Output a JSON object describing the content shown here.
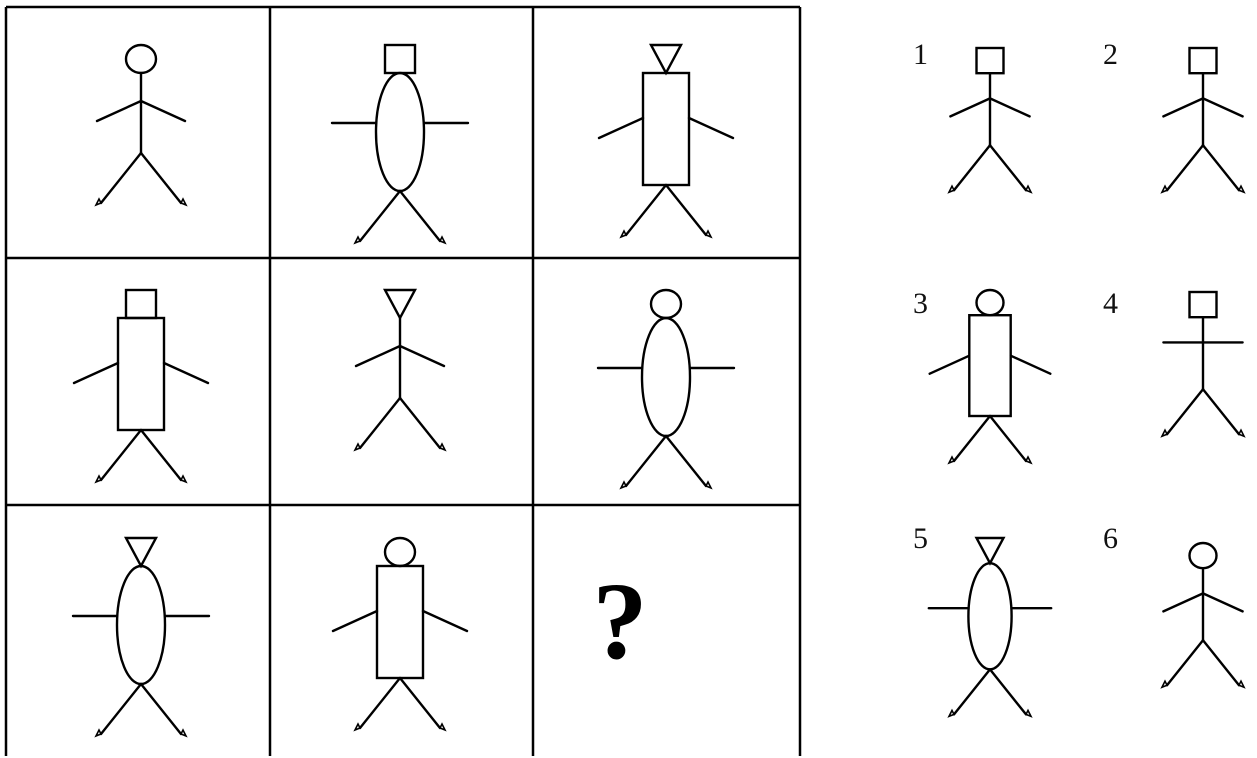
{
  "puzzle": {
    "missing_symbol": "?",
    "grid": [
      [
        {
          "head": "circle",
          "body": "stick",
          "arms": "angled"
        },
        {
          "head": "square",
          "body": "ellipse",
          "arms": "straight"
        },
        {
          "head": "triangle",
          "body": "rectangle",
          "arms": "angled"
        }
      ],
      [
        {
          "head": "square",
          "body": "rectangle",
          "arms": "angled"
        },
        {
          "head": "triangle",
          "body": "stick",
          "arms": "angled"
        },
        {
          "head": "circle",
          "body": "ellipse",
          "arms": "straight"
        }
      ],
      [
        {
          "head": "triangle",
          "body": "ellipse",
          "arms": "straight"
        },
        {
          "head": "circle",
          "body": "rectangle",
          "arms": "angled"
        },
        null
      ]
    ]
  },
  "options": [
    {
      "label": "1",
      "head": "square",
      "body": "stick",
      "arms": "angled"
    },
    {
      "label": "2",
      "head": "square",
      "body": "stick",
      "arms": "angled"
    },
    {
      "label": "3",
      "head": "circle",
      "body": "rectangle",
      "arms": "angled"
    },
    {
      "label": "4",
      "head": "square",
      "body": "stick",
      "arms": "straight"
    },
    {
      "label": "5",
      "head": "triangle",
      "body": "ellipse",
      "arms": "straight"
    },
    {
      "label": "6",
      "head": "circle",
      "body": "stick",
      "arms": "angled"
    }
  ]
}
